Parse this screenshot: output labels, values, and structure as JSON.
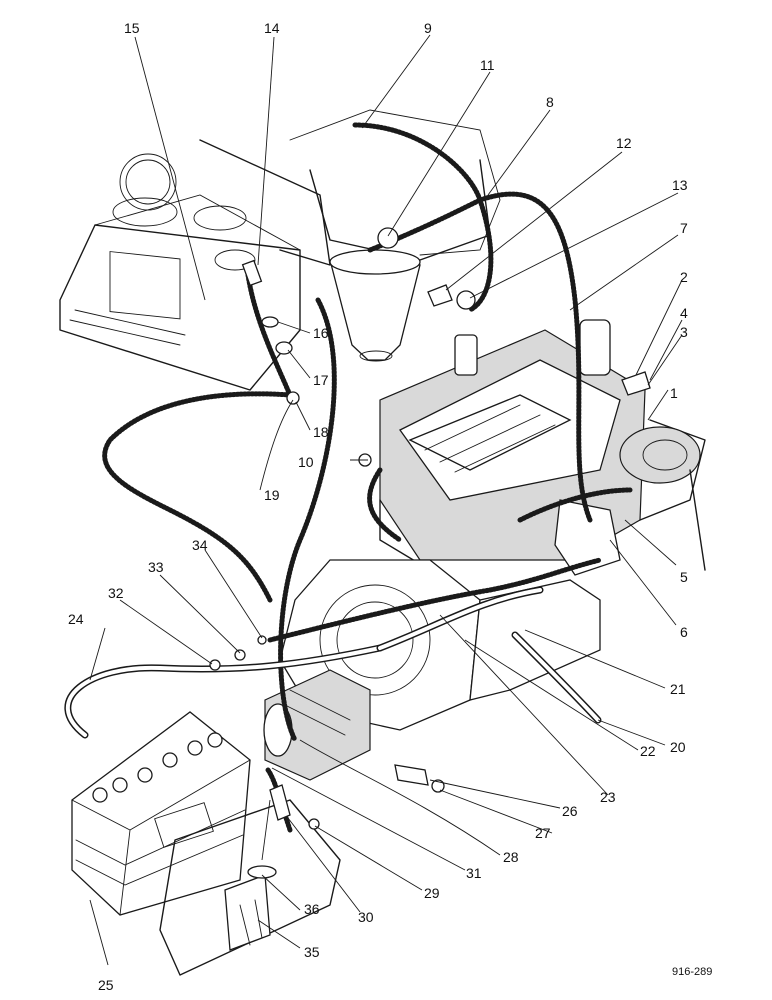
{
  "figure": {
    "reference_code": "916-289"
  },
  "callouts": [
    {
      "label": "1"
    },
    {
      "label": "2"
    },
    {
      "label": "3"
    },
    {
      "label": "4"
    },
    {
      "label": "5"
    },
    {
      "label": "6"
    },
    {
      "label": "7"
    },
    {
      "label": "8"
    },
    {
      "label": "9"
    },
    {
      "label": "10"
    },
    {
      "label": "11"
    },
    {
      "label": "12"
    },
    {
      "label": "13"
    },
    {
      "label": "14"
    },
    {
      "label": "15"
    },
    {
      "label": "16"
    },
    {
      "label": "17"
    },
    {
      "label": "18"
    },
    {
      "label": "19"
    },
    {
      "label": "20"
    },
    {
      "label": "21"
    },
    {
      "label": "22"
    },
    {
      "label": "23"
    },
    {
      "label": "24"
    },
    {
      "label": "25"
    },
    {
      "label": "26"
    },
    {
      "label": "27"
    },
    {
      "label": "28"
    },
    {
      "label": "29"
    },
    {
      "label": "30"
    },
    {
      "label": "31"
    },
    {
      "label": "32"
    },
    {
      "label": "33"
    },
    {
      "label": "34"
    },
    {
      "label": "35"
    },
    {
      "label": "36"
    }
  ]
}
